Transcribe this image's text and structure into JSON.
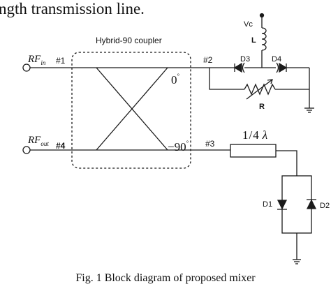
{
  "heading_fragment": "ngth transmission line.",
  "coupler": {
    "label": "Hybrid-90 coupler"
  },
  "ports": {
    "rf_in": {
      "base": "RF",
      "sub": "in"
    },
    "rf_out": {
      "base": "RF",
      "sub": "out"
    },
    "p1": "#1",
    "p2": "#2",
    "p3": "#3",
    "p4": "#4"
  },
  "phases": {
    "zero": "0",
    "neg90": "−90"
  },
  "components": {
    "vc": "Vc",
    "inductor": "L",
    "d3": "D3",
    "d4": "D4",
    "resistor": "R",
    "tline_num": "1",
    "tline_den": "4",
    "tline_lambda": "λ",
    "d1": "D1",
    "d2": "D2"
  },
  "caption": "Fig. 1 Block diagram of proposed mixer"
}
